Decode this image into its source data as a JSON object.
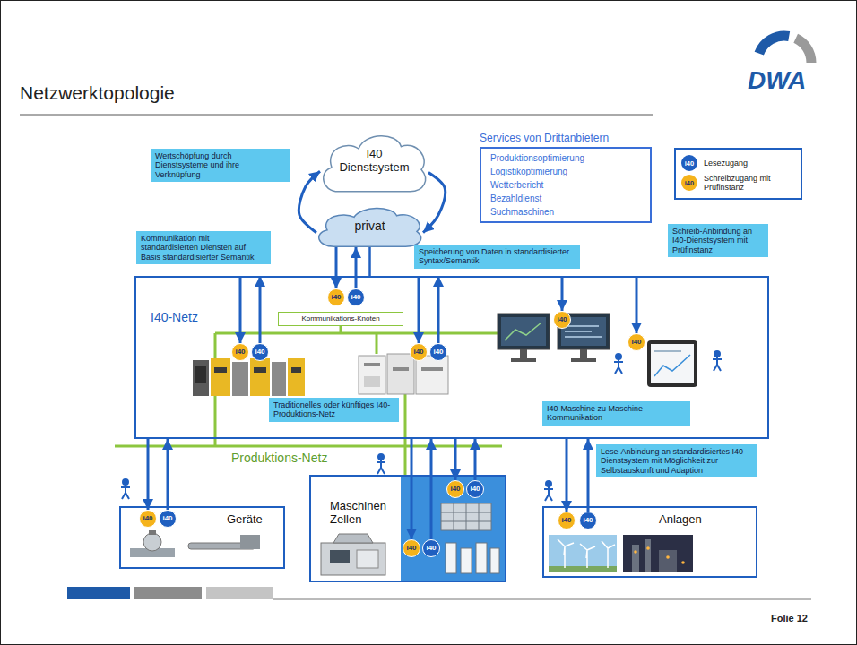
{
  "diagram": {
    "title": "Netzwerktopologie",
    "nodes": [
      {
        "text": [
          "I40 Dienstsystem"
        ]
      },
      {
        "text": [
          "Wertschöpfung durch Dienstsysteme und ihre Verknüpfung"
        ]
      },
      {
        "text": [
          "Services von Drittanbietern",
          "Produktionsoptimierung",
          "Logistikoptimierung",
          "Wetterbericht",
          "Bezahldienst",
          "Suchmaschinen"
        ]
      },
      {
        "text": [
          "privat"
        ]
      },
      {
        "text": [
          "Kommunikation mit standardisierten Diensten auf Basis standardisierter Semantik"
        ]
      },
      {
        "text": [
          "Speicherung von Daten in standardisierter Syntax/Semantik"
        ]
      },
      {
        "text": [
          "Schreib-Anbindung an I40-Dienstsystem mit Prüfinstanz"
        ]
      },
      {
        "text": [
          "I40-Netz"
        ]
      },
      {
        "text": [
          "Kommunikations-Knoten"
        ],
        "in": 7
      },
      {
        "text": [
          "i40"
        ],
        "in": 7
      },
      {
        "text": [
          "i40"
        ],
        "in": 7
      },
      {
        "text": [
          "i40"
        ],
        "in": 7
      },
      {
        "text": [
          "i40"
        ],
        "in": 7
      },
      {
        "text": [
          "i40"
        ],
        "in": 7
      },
      {
        "text": [
          "i40"
        ],
        "in": 7
      },
      {
        "text": [
          "i40"
        ],
        "in": 7
      },
      {
        "text": [
          "i40"
        ],
        "in": 7
      },
      {
        "text": [
          "Traditionelles oder künftiges I40-Produktions-Netz"
        ],
        "in": 7
      },
      {
        "text": [
          "I40-Maschine zu Maschine Kommunikation"
        ],
        "in": 7
      },
      {
        "text": [
          "Lese-Anbindung an standardisiertes I40 Dienstsystem mit Möglichkeit zur Selbstauskunft und Adaption"
        ]
      },
      {
        "text": [
          "Geräte"
        ]
      },
      {
        "text": [
          "i40"
        ],
        "in": 20
      },
      {
        "text": [
          "i40"
        ],
        "in": 20
      },
      {
        "text": [
          "Maschinen Zellen"
        ]
      },
      {
        "text": [
          "i40"
        ],
        "in": 23
      },
      {
        "text": [
          "i40"
        ],
        "in": 23
      },
      {
        "text": [
          "i40"
        ],
        "in": 23
      },
      {
        "text": [
          "i40"
        ],
        "in": 23
      },
      {
        "text": [
          "Anlagen"
        ]
      },
      {
        "text": [
          "i40"
        ],
        "in": 28
      },
      {
        "text": [
          "i40"
        ],
        "in": 28
      }
    ],
    "edges": [
      {
        "from": 3,
        "to": 0,
        "arrow": "to"
      },
      {
        "from": 0,
        "to": 3,
        "arrow": "to"
      },
      {
        "from": 3,
        "to": 7,
        "arrow": "none"
      },
      {
        "from": 3,
        "to": 9,
        "arrow": "to"
      },
      {
        "from": 10,
        "to": 3,
        "arrow": "to"
      },
      {
        "from": 7,
        "to": 11,
        "arrow": "to"
      },
      {
        "from": 12,
        "to": 7,
        "arrow": "to"
      },
      {
        "from": 7,
        "to": 13,
        "arrow": "to"
      },
      {
        "from": 14,
        "to": 7,
        "arrow": "to"
      },
      {
        "from": 7,
        "to": 15,
        "arrow": "to"
      },
      {
        "from": 7,
        "to": 16,
        "arrow": "to"
      },
      {
        "from": 7,
        "to": 21,
        "arrow": "to"
      },
      {
        "from": 22,
        "to": 7,
        "arrow": "to"
      },
      {
        "from": 7,
        "to": 24,
        "arrow": "to"
      },
      {
        "from": 25,
        "to": 7,
        "arrow": "to"
      },
      {
        "from": 7,
        "to": 26,
        "arrow": "to"
      },
      {
        "from": 27,
        "to": 7,
        "arrow": "to"
      },
      {
        "from": 7,
        "to": 29,
        "arrow": "to"
      },
      {
        "from": 30,
        "to": 7,
        "arrow": "to"
      }
    ],
    "labels": [
      "DWA",
      "Produktions-Netz",
      "i40",
      "i40",
      "Folie 12"
    ],
    "legend": [
      {
        "text": "Lesezugang",
        "color": "#1f5fc0"
      },
      {
        "text": "Schreibzugang mit Prüfinstanz",
        "color": "#f5b31b"
      }
    ]
  }
}
